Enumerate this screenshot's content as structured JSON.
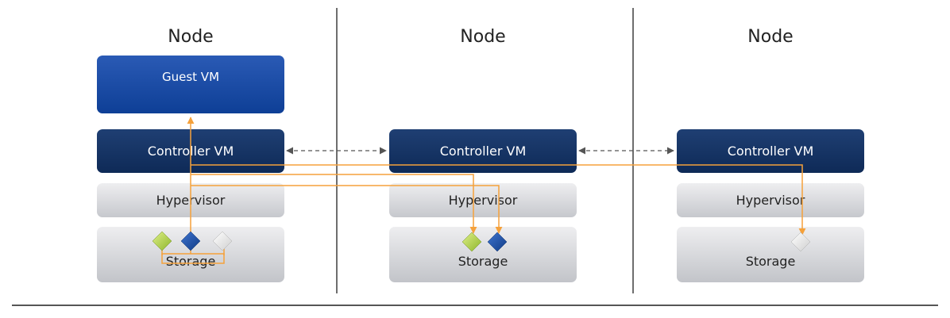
{
  "nodes": [
    {
      "title": "Node",
      "guest_vm": "Guest VM",
      "controller": "Controller VM",
      "hypervisor": "Hypervisor",
      "storage": "Storage"
    },
    {
      "title": "Node",
      "controller": "Controller VM",
      "hypervisor": "Hypervisor",
      "storage": "Storage"
    },
    {
      "title": "Node",
      "controller": "Controller VM",
      "hypervisor": "Hypervisor",
      "storage": "Storage"
    }
  ],
  "colors": {
    "guest_vm": "#1a4ea5",
    "controller_vm": "#132f5f",
    "layer_gray": "#d3d4d8",
    "data_path": "#f5a13b",
    "peer_link": "#555555",
    "replica_green": "#a8cc3f",
    "replica_blue": "#1b4fa0",
    "replica_white": "#f2f2f2"
  }
}
